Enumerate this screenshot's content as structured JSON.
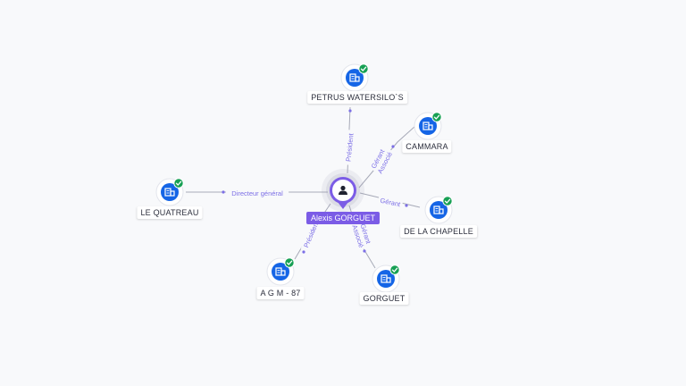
{
  "person": {
    "name": "Alexis GORGUET",
    "icon": "user-icon",
    "color": "#7b5ce6"
  },
  "companies": [
    {
      "id": "petrus",
      "name": "PETRUS WATERSILO`S",
      "relation": "Président",
      "icon": "building-icon",
      "verified": true
    },
    {
      "id": "cammara",
      "name": "CAMMARA",
      "relation": "Gérant Associé",
      "icon": "building-icon",
      "verified": true
    },
    {
      "id": "chapelle",
      "name": "DE LA CHAPELLE",
      "relation": "Gérant",
      "icon": "building-icon",
      "verified": true
    },
    {
      "id": "gorguet",
      "name": "GORGUET",
      "relation": "Gérant Associé",
      "icon": "building-icon",
      "verified": true
    },
    {
      "id": "agm",
      "name": "A G M - 87",
      "relation": "Président",
      "icon": "building-icon",
      "verified": true
    },
    {
      "id": "quatreau",
      "name": "LE QUATREAU",
      "relation": "Directeur général",
      "icon": "building-icon",
      "verified": true
    }
  ],
  "colors": {
    "company_badge": "#1565e6",
    "verified_badge": "#17a054",
    "edge_label": "#7c6fe6",
    "edge_line": "#a7aab8"
  }
}
